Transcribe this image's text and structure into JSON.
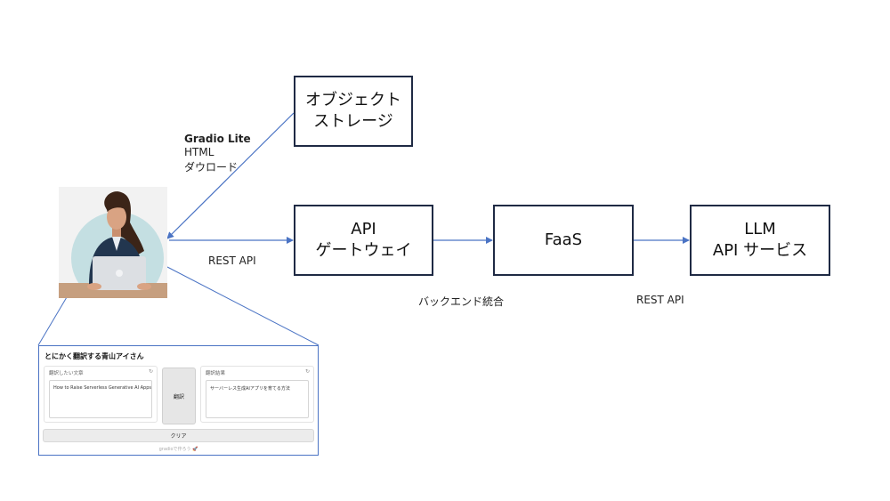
{
  "nodes": {
    "object_storage": [
      "オブジェクト",
      "ストレージ"
    ],
    "api_gateway": [
      "API",
      "ゲートウェイ"
    ],
    "faas": [
      "FaaS"
    ],
    "llm_service": [
      "LLM",
      "API サービス"
    ]
  },
  "labels": {
    "gradio_lite": "Gradio Lite",
    "html": "HTML",
    "download": "ダウロード",
    "rest_api_left": "REST API",
    "backend_integration": "バックエンド統合",
    "rest_api_right": "REST API"
  },
  "app": {
    "title": "とにかく翻訳する青山アイさん",
    "input_label": "翻訳したい文章",
    "input_value": "How to Raise Serverless Generative AI Apps",
    "translate_button": "翻訳",
    "output_label": "翻訳結果",
    "output_value": "サーバーレス生成AIアプリを育てる方法",
    "clear_button": "クリア",
    "footer": "gradioで作ろう 🚀"
  },
  "colors": {
    "box_border": "#1f2a44",
    "arrow": "#4a73c4"
  }
}
